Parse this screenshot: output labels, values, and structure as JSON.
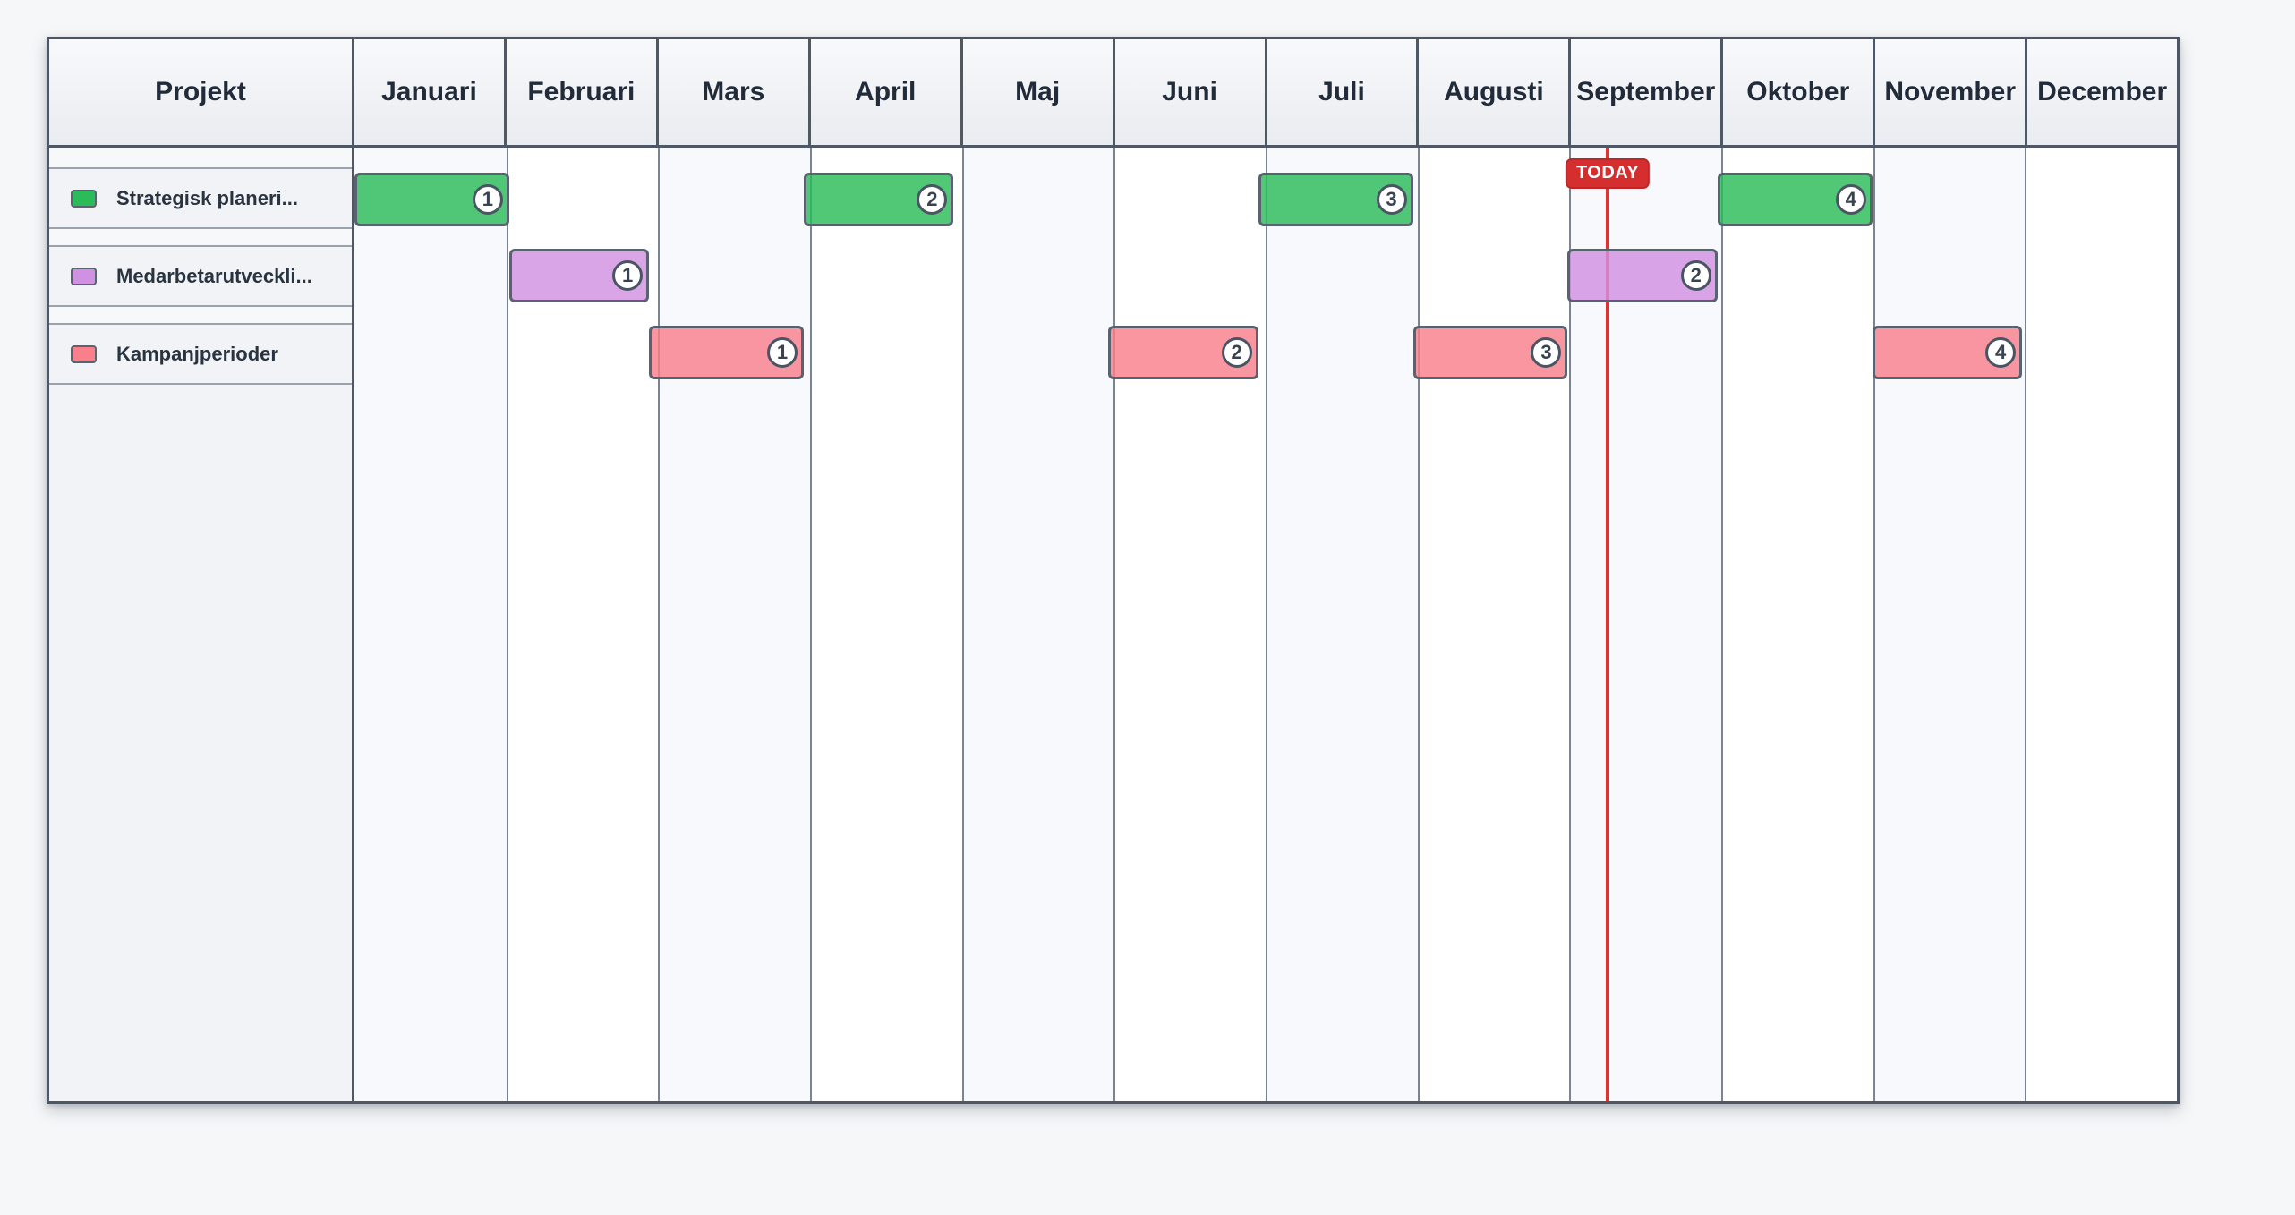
{
  "chart_data": {
    "type": "bar",
    "subtype": "gantt-timeline",
    "categories": [
      "Januari",
      "Februari",
      "Mars",
      "April",
      "Maj",
      "Juni",
      "Juli",
      "Augusti",
      "September",
      "Oktober",
      "November",
      "December"
    ],
    "series": [
      {
        "name": "Strategisk planeri...",
        "color": "#2abc58",
        "bars": [
          {
            "month": "Januari",
            "badge": "1"
          },
          {
            "month": "April",
            "badge": "2"
          },
          {
            "month": "Juli",
            "badge": "3"
          },
          {
            "month": "Oktober",
            "badge": "4"
          }
        ]
      },
      {
        "name": "Medarbetarutveckli...",
        "color": "#d191e2",
        "bars": [
          {
            "month": "Februari",
            "badge": "1"
          },
          {
            "month": "September",
            "badge": "2"
          }
        ]
      },
      {
        "name": "Kampanjperioder",
        "color": "#f97f8b",
        "bars": [
          {
            "month": "Mars",
            "badge": "1"
          },
          {
            "month": "Juni",
            "badge": "2"
          },
          {
            "month": "Augusti",
            "badge": "3"
          },
          {
            "month": "November",
            "badge": "4"
          }
        ]
      }
    ],
    "today_marker": {
      "label": "TODAY",
      "day_of_year": 251
    },
    "legend_position": "left-sidebar",
    "grid": true
  },
  "header": {
    "project_column_label": "Projekt"
  },
  "today": {
    "label": "TODAY",
    "day_of_year": 251,
    "line_color": "#e53030",
    "badge_color": "#d52e2e"
  }
}
